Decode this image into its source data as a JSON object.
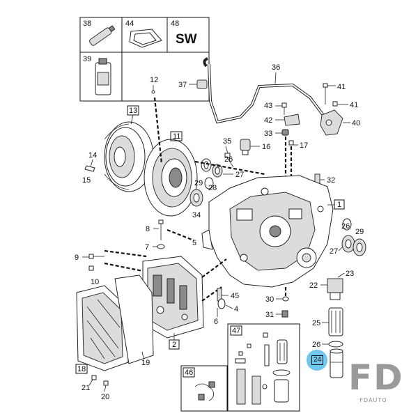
{
  "diagram": {
    "kit_labels": {
      "k38": "38",
      "k44": "44",
      "k48": "48",
      "k39": "39",
      "sw": "SW"
    },
    "boxed": {
      "b13": "13",
      "b11": "11",
      "b1": "1",
      "b2": "2",
      "b18": "18",
      "b47": "47",
      "b46": "46",
      "b24": "24"
    },
    "parts": {
      "p12": "12",
      "p14": "14",
      "p15": "15",
      "p35": "35",
      "p36": "36",
      "p37": "37",
      "p41a": "41",
      "p41b": "41",
      "p43": "43",
      "p42": "42",
      "p40": "40",
      "p33": "33",
      "p16": "16",
      "p17": "17",
      "p26a": "26",
      "p27a": "27",
      "p29a": "29",
      "p28": "28",
      "p32": "32",
      "p34": "34",
      "p8": "8",
      "p7": "7",
      "p5": "5",
      "p9": "9",
      "p10": "10",
      "p3": "3",
      "p45": "45",
      "p4": "4",
      "p6": "6",
      "p30": "30",
      "p31": "31",
      "p26b": "26",
      "p29b": "29",
      "p27b": "27",
      "p23": "23",
      "p22": "22",
      "p25": "25",
      "p26c": "26",
      "p19": "19",
      "p21": "21",
      "p20": "20"
    },
    "watermark": {
      "letters": "FD",
      "sub": "FDAUTO"
    },
    "highlight_color": "#6fc7ee"
  }
}
